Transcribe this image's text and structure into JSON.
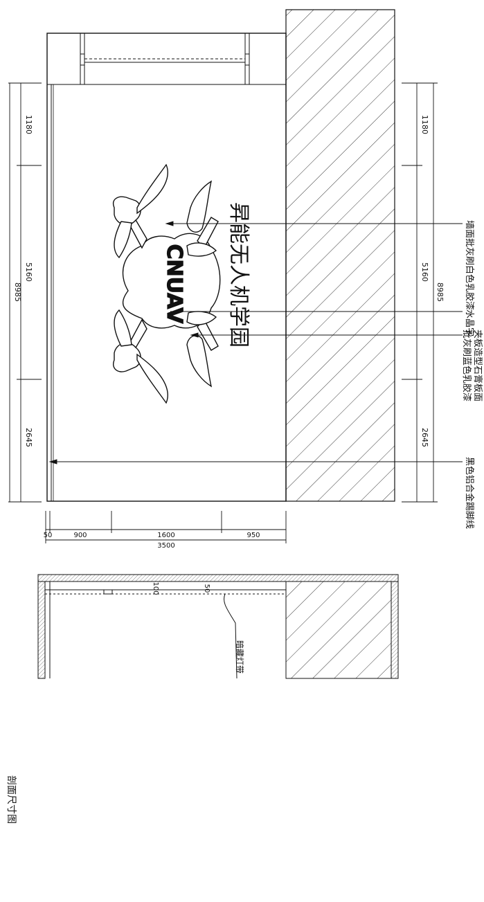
{
  "drawing": {
    "main_text": "昇能无人机学园",
    "logo_text": "CNUAV",
    "section_caption": "剖面尺寸图"
  },
  "dimensions_left": {
    "d1": "1180",
    "d2": "5160",
    "d3": "2645",
    "total": "8985"
  },
  "dimensions_right": {
    "d1": "1180",
    "d2": "5160",
    "d3": "2645",
    "total": "8985"
  },
  "dimensions_bottom": {
    "d0": "50",
    "d1": "900",
    "d2": "1600",
    "d3": "950",
    "total": "3500"
  },
  "callouts": {
    "c1": "墙面批灰刷白色乳胶漆",
    "c2": "水晶字",
    "c3a": "夹板造型石膏板面",
    "c3b": "批灰刷蓝色乳胶漆",
    "c4": "黑色铝合金踢脚线"
  },
  "section": {
    "label_light": "暗藏灯带",
    "mark1": "100",
    "mark2": "50"
  },
  "colors": {
    "line": "#111111",
    "paper": "#ffffff"
  }
}
